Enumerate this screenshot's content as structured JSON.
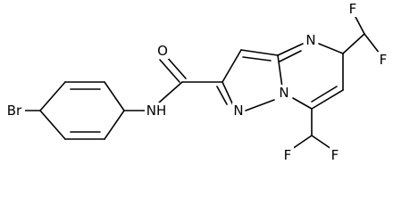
{
  "molecule": {
    "atom_labels": {
      "br": "Br",
      "nh": "NH",
      "o": "O",
      "n_pyrazole": "N",
      "n_bridge": "N",
      "n_pyrimidine": "N",
      "f_top_left": "F",
      "f_top_right": "F",
      "f_bottom_left": "F",
      "f_bottom_right": "F"
    }
  }
}
